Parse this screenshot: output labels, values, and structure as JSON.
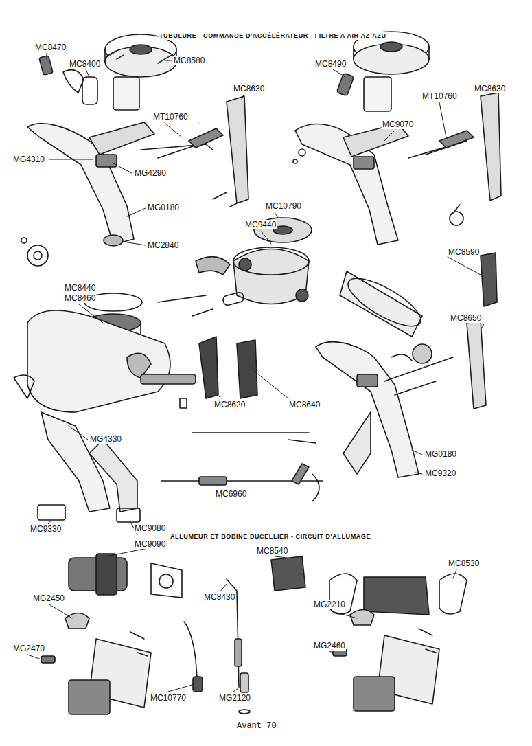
{
  "diagram": {
    "title": "TUBULURE - COMMANDE D'ACCÉLÉRATEUR - FILTRE A AIR AZ-AZU",
    "caption": "Avant 70",
    "labels": [
      "MC8470",
      "MC8400",
      "MC8580",
      "MC8490",
      "MC8630",
      "MT10760",
      "MT10760",
      "MC8630",
      "MC9070",
      "MG4310",
      "MG4290",
      "MG0180",
      "MC10790",
      "MC9440",
      "MC2840",
      "MC8590",
      "MC8440",
      "MC8460",
      "MC8650",
      "MC8620",
      "MC8640",
      "MG4330",
      "MG0180",
      "MC9320",
      "MC6960",
      "MC9330",
      "MC9080",
      "ALLUMEUR ET BOBINE DUCELLIER - CIRCUIT D'ALLUMAGE",
      "MC9090",
      "MC8540",
      "MC8530",
      "MC8430",
      "MG2450",
      "MG2210",
      "MG2470",
      "MG2460",
      "MC10770",
      "MG2120"
    ]
  }
}
